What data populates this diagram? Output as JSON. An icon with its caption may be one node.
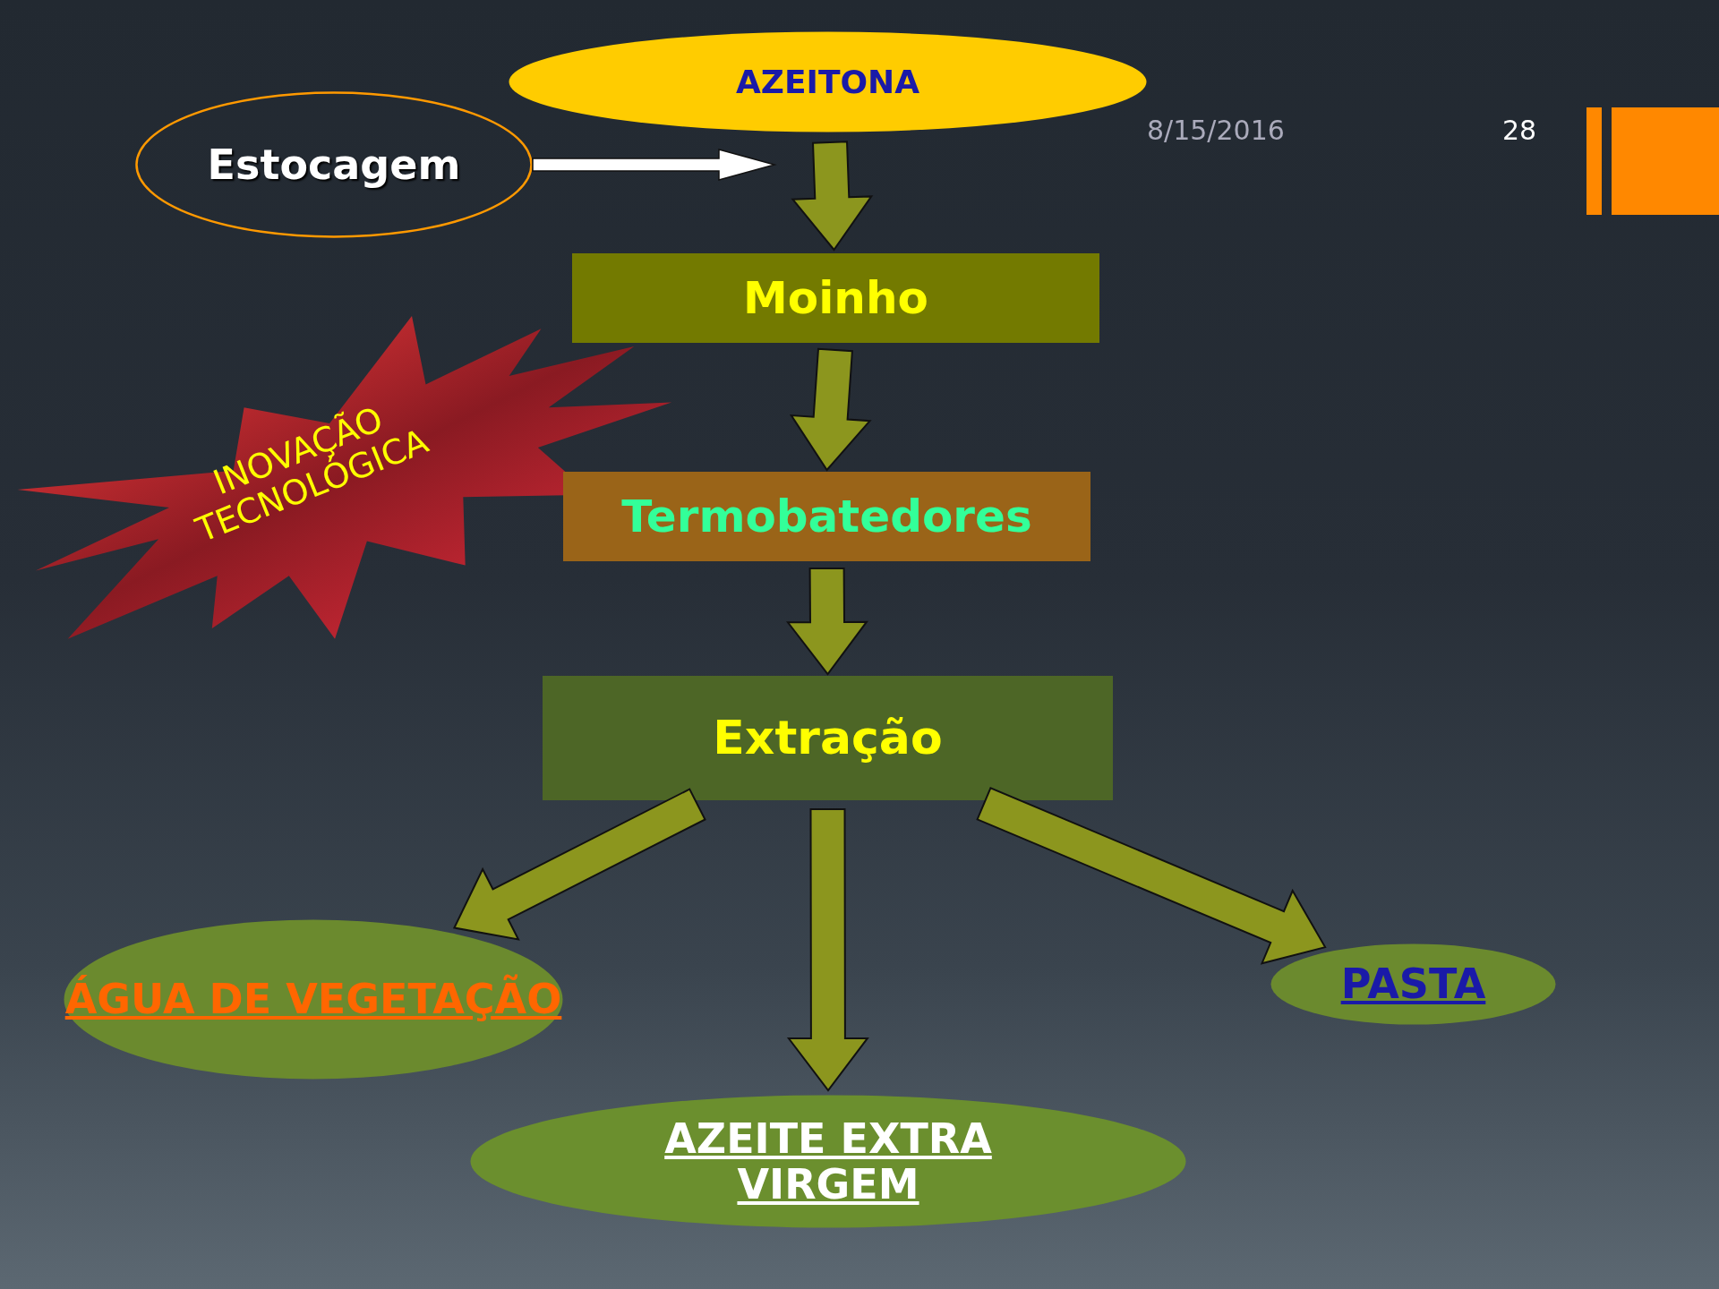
{
  "diagram": {
    "nodes": [
      {
        "text": [
          "AZEITONA"
        ]
      },
      {
        "text": [
          "Estocagem"
        ]
      },
      {
        "text": [
          "Moinho"
        ]
      },
      {
        "text": [
          "INOVAÇÃO TECNOLÓGICA"
        ]
      },
      {
        "text": [
          "Termobatedores"
        ]
      },
      {
        "text": [
          "Extração"
        ]
      },
      {
        "text": [
          "ÁGUA DE VEGETAÇÃO"
        ]
      },
      {
        "text": [
          "PASTA"
        ]
      },
      {
        "text": [
          "AZEITE EXTRA VIRGEM"
        ]
      }
    ],
    "edges": [
      {
        "from": 1,
        "to": null,
        "arrow": "to",
        "color": "#ffffff"
      },
      {
        "from": 0,
        "to": 2,
        "arrow": "to"
      },
      {
        "from": 2,
        "to": 4,
        "arrow": "to"
      },
      {
        "from": 4,
        "to": 5,
        "arrow": "to"
      },
      {
        "from": 5,
        "to": 6,
        "arrow": "to"
      },
      {
        "from": 5,
        "to": 8,
        "arrow": "to"
      },
      {
        "from": 5,
        "to": 7,
        "arrow": "to"
      }
    ],
    "labels": [
      "8/15/2016",
      "28"
    ]
  }
}
